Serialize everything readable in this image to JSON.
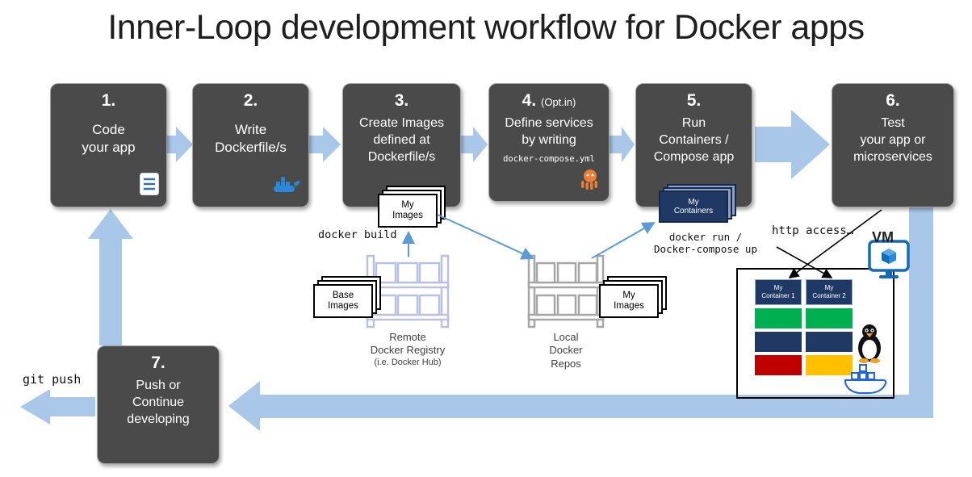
{
  "title": "Inner-Loop development workflow for Docker apps",
  "steps": [
    {
      "num": "1.",
      "lines": [
        "Code",
        "your app"
      ]
    },
    {
      "num": "2.",
      "lines": [
        "Write",
        "Dockerfile/s"
      ]
    },
    {
      "num": "3.",
      "lines": [
        "Create Images",
        "defined at",
        "Dockerfile/s"
      ]
    },
    {
      "num": "4.",
      "opt": "(Opt.in)",
      "lines": [
        "Define services",
        "by writing"
      ],
      "code": "docker-compose.yml"
    },
    {
      "num": "5.",
      "lines": [
        "Run",
        "Containers /",
        "Compose app"
      ]
    },
    {
      "num": "6.",
      "lines": [
        "Test",
        "your app or",
        "microservices"
      ]
    },
    {
      "num": "7.",
      "lines": [
        "Push or",
        "Continue",
        "developing"
      ]
    }
  ],
  "artifacts": {
    "my_images_build": {
      "lines": [
        "My",
        "Images"
      ]
    },
    "base_images": {
      "lines": [
        "Base",
        "Images"
      ]
    },
    "my_images_local": {
      "lines": [
        "My",
        "Images"
      ]
    },
    "my_containers": {
      "lines": [
        "My",
        "Containers"
      ]
    }
  },
  "registry_caption": {
    "lines": [
      "Remote",
      "Docker Registry",
      "(i.e. Docker Hub)"
    ]
  },
  "local_repos_caption": {
    "lines": [
      "Local",
      "Docker",
      "Repos"
    ]
  },
  "code_labels": {
    "docker_build": "docker build",
    "docker_run": [
      "docker run /",
      "Docker-compose up"
    ],
    "git_push": "git push",
    "http_access": "http access…"
  },
  "vm": {
    "label": "VM",
    "containers": [
      {
        "lines": [
          "My",
          "Container 1"
        ]
      },
      {
        "lines": [
          "My",
          "Container 2"
        ]
      }
    ]
  },
  "icons": {
    "document": "document-icon",
    "docker_whale": "docker-whale-icon",
    "compose": "compose-octopus-icon",
    "vm_monitor": "vm-monitor-icon",
    "linux": "linux-penguin-icon",
    "docker_outline": "docker-whale-outline-icon"
  },
  "colors": {
    "step_box": "#4a4a4a",
    "flow_arrow": "#a9c7e9",
    "thin_arrow": "#5b9bd5",
    "navy": "#1f3864",
    "green": "#00b050",
    "red": "#c00000",
    "yellow": "#ffc000",
    "registry_outline": "#b9c0e2",
    "repos_outline": "#a6a6a6"
  }
}
